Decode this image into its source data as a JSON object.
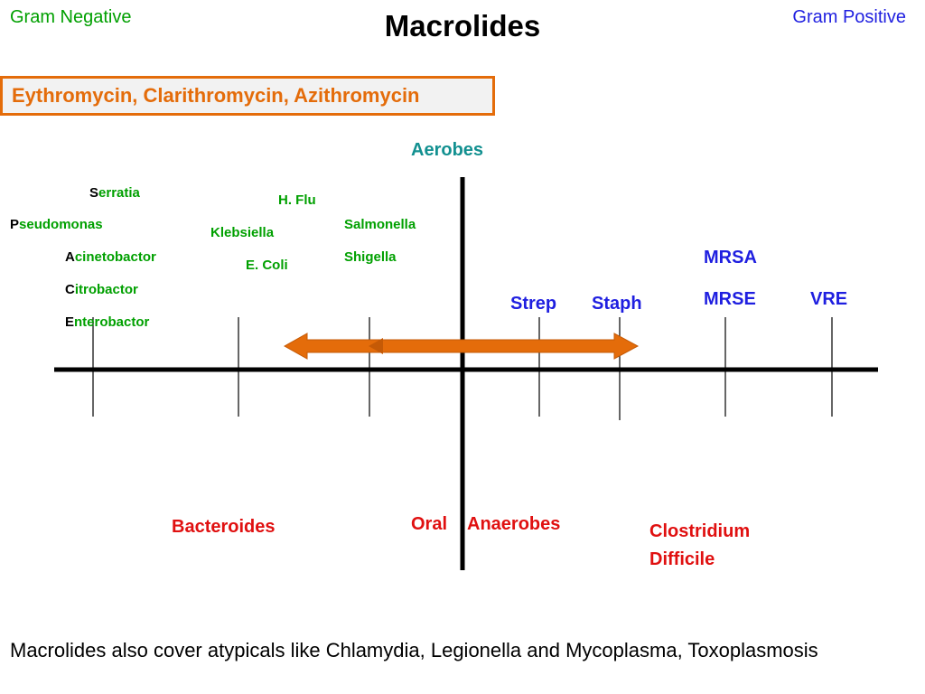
{
  "header": {
    "gram_negative": "Gram Negative",
    "title": "Macrolides",
    "gram_positive": "Gram Positive"
  },
  "drugs": "Eythromycin,  Clarithromycin,  Azithromycin",
  "axis": {
    "aerobes": "Aerobes"
  },
  "gram_negative_organisms": [
    {
      "first": "S",
      "rest": "erratia"
    },
    {
      "first": "P",
      "rest": "seudomonas"
    },
    {
      "first": "A",
      "rest": "cinetobactor"
    },
    {
      "first": "C",
      "rest": "itrobactor"
    },
    {
      "first": "E",
      "rest": "nterobactor"
    },
    {
      "label": "H. Flu"
    },
    {
      "label": "Klebsiella"
    },
    {
      "label": "E. Coli"
    },
    {
      "label": "Salmonella"
    },
    {
      "label": "Shigella"
    }
  ],
  "gram_positive_organisms": [
    "Strep",
    "Staph",
    "MRSA",
    "MRSE",
    "VRE"
  ],
  "anaerobes": {
    "oral": "Oral",
    "anaerobes": "Anaerobes",
    "bacteroides": "Bacteroides",
    "clostridium_line1": "Clostridium",
    "clostridium_line2": "Difficile"
  },
  "footnote": "Macrolides also cover atypicals like Chlamydia, Legionella and Mycoplasma, Toxoplasmosis",
  "colors": {
    "gram_negative": "#00a000",
    "gram_positive": "#1f1fe0",
    "anaerobe": "#e01010",
    "aerobes": "#129090",
    "coverage_arrow": "#e46c0a"
  }
}
